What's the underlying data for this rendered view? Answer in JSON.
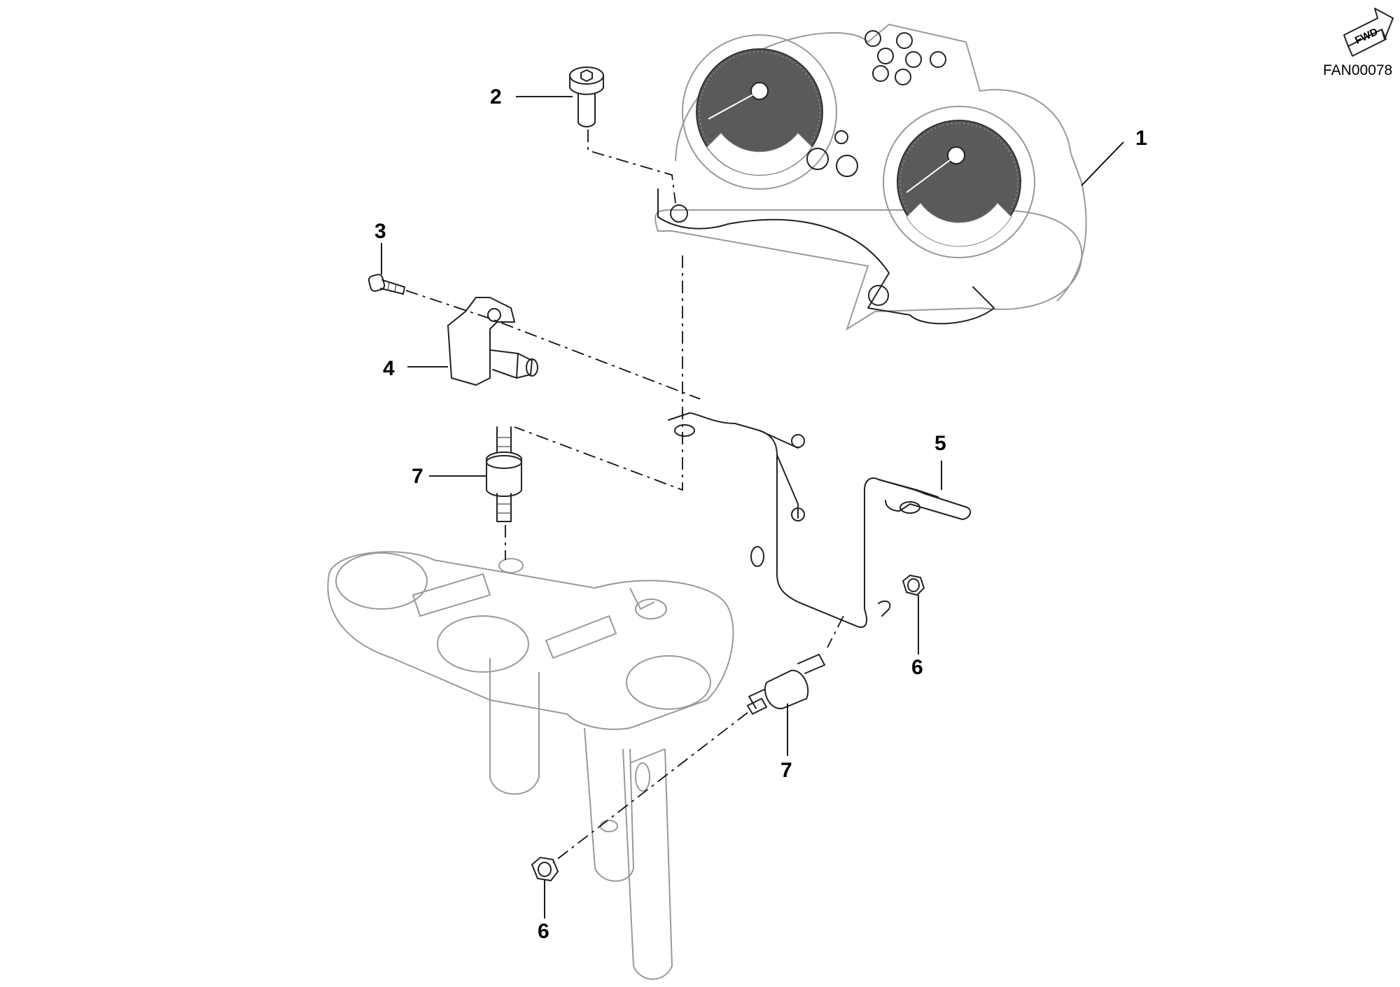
{
  "drawing_code": "FAN00078",
  "fwd_label": "FWD",
  "callouts": {
    "instrument_panel": "1",
    "screw_top": "2",
    "screw_small": "3",
    "sensor": "4",
    "bracket": "5",
    "nut_right": "6",
    "nut_bottom": "6",
    "damper_left": "7",
    "damper_right": "7"
  }
}
